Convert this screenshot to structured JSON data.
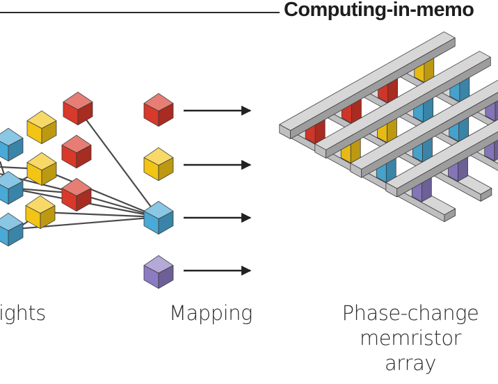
{
  "header": {
    "title": "Computing-in-memo"
  },
  "labels": {
    "weights": "ights",
    "mapping": "Mapping",
    "array_line1": "Phase-change",
    "array_line2": "memristor array"
  },
  "colors": {
    "red": "#d8392a",
    "yellow": "#f2c416",
    "blue": "#4aa9d6",
    "purple": "#8b7bc2",
    "bar": "#c9c9cb",
    "line": "#444444"
  }
}
